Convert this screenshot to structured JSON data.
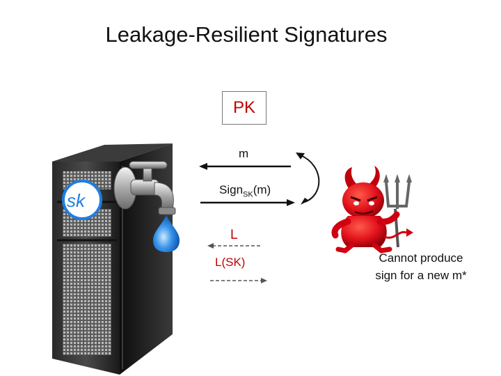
{
  "title": "Leakage-Resilient Signatures",
  "public_key_label": "PK",
  "message_label": "m",
  "sign_label": {
    "prefix": "Sign",
    "subscript": "SK",
    "suffix": "(m)"
  },
  "secret_key_label": "sk",
  "leakage_label": "L",
  "leakage_output_label": "L(SK)",
  "adversary_caption": [
    "Cannot produce",
    "sign for a new m*"
  ],
  "colors": {
    "accent_red": "#c00000",
    "server_dark": "#1e1e1e",
    "water_blue": "#1f7ee0",
    "devil_red": "#e0101a"
  },
  "icons": [
    "server-icon",
    "faucet-icon",
    "water-drop-icon",
    "devil-adversary-icon"
  ]
}
